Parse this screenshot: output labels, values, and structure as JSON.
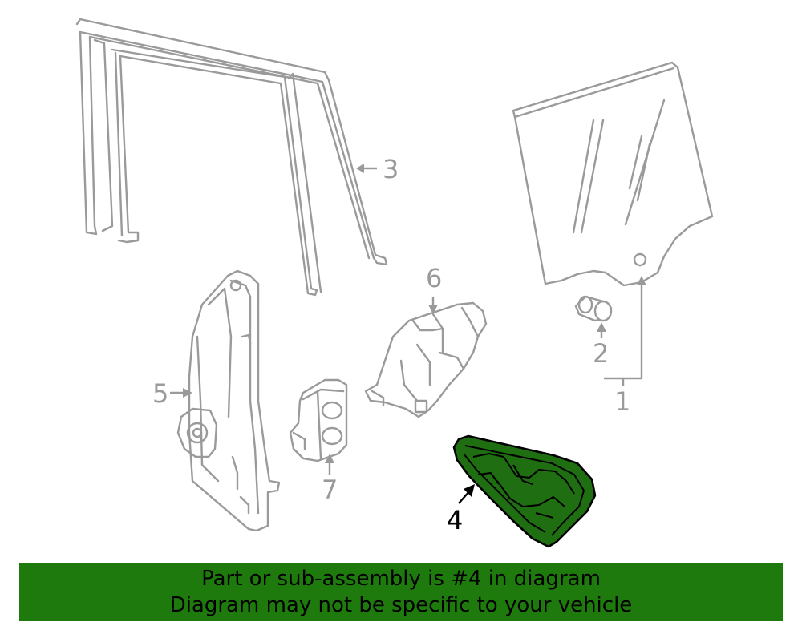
{
  "callouts": {
    "c1": "1",
    "c2": "2",
    "c3": "3",
    "c4": "4",
    "c5": "5",
    "c6": "6",
    "c7": "7"
  },
  "highlight_color": "#1f7a0e",
  "banner": {
    "line1": "Part or sub-assembly is #4 in diagram",
    "line2": "Diagram may not be specific to your vehicle"
  }
}
